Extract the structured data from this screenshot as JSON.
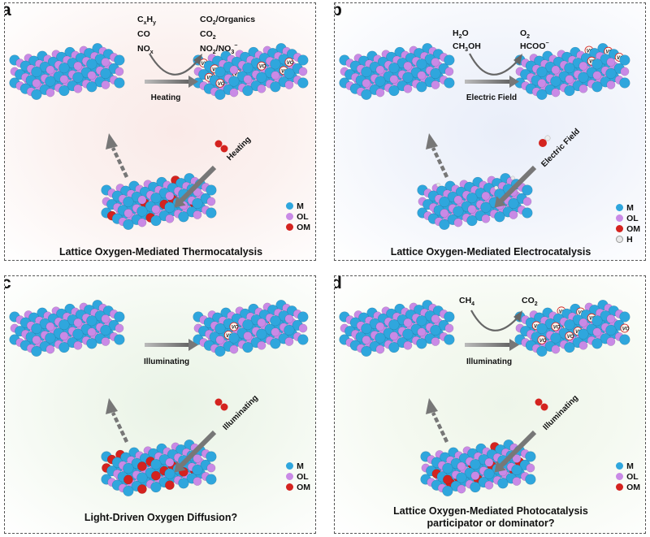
{
  "colors": {
    "M": "#2fa6dd",
    "OL": "#c98ae6",
    "OM": "#d4231f",
    "H": "#e8e8e8"
  },
  "panel_labels": [
    "a",
    "b",
    "c",
    "d"
  ],
  "panel_a": {
    "reactants": [
      "CxHy",
      "CO",
      "NOx"
    ],
    "products": [
      "CO2/Organics",
      "CO2",
      "NO2/NO3−"
    ],
    "arrow_label": "Heating",
    "return_label": "Heating",
    "caption": "Lattice Oxygen-Mediated Thermocatalysis",
    "legend": [
      "M",
      "OL",
      "OM"
    ]
  },
  "panel_b": {
    "reactants": [
      "H2O",
      "CH3OH"
    ],
    "products": [
      "O2",
      "HCOO−"
    ],
    "arrow_label": "Electric Field",
    "return_label": "Electric Field",
    "caption": "Lattice Oxygen-Mediated Electrocatalysis",
    "legend": [
      "M",
      "OL",
      "OM",
      "H"
    ]
  },
  "panel_c": {
    "arrow_label": "Illuminating",
    "return_label": "Illuminating",
    "caption": "Light-Driven Oxygen Diffusion?",
    "legend": [
      "M",
      "OL",
      "OM"
    ]
  },
  "panel_d": {
    "reactants": [
      "CH4"
    ],
    "products": [
      "CO2"
    ],
    "arrow_label": "Illuminating",
    "return_label": "Illuminating",
    "caption_line1": "Lattice Oxygen-Mediated Photocatalysis",
    "caption_line2": "participator or dominator?",
    "legend": [
      "M",
      "OL",
      "OM"
    ]
  },
  "vacancy_label": "VO"
}
